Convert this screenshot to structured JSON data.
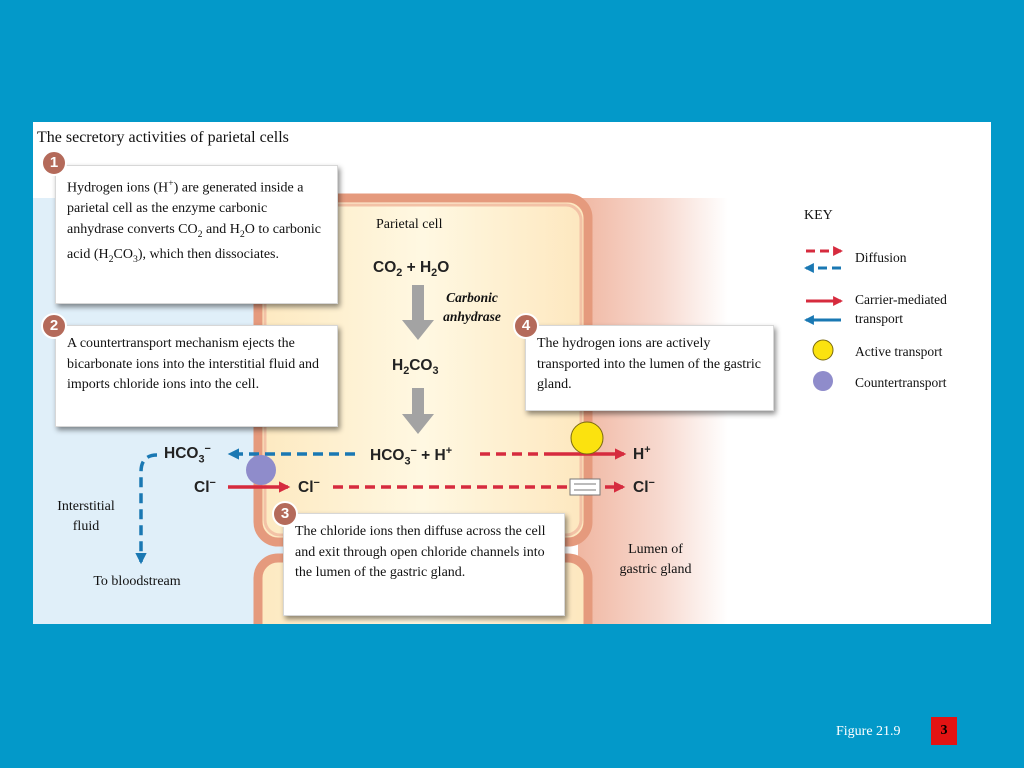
{
  "figure": {
    "title": "The secretory activities of parietal cells"
  },
  "regions": {
    "parietal_cell": "Parietal cell",
    "interstitial_fluid": "Interstitial fluid",
    "to_bloodstream": "To bloodstream",
    "lumen": "Lumen of gastric gland"
  },
  "steps": [
    {
      "number": "1",
      "pre1": "Hydrogen ions (H",
      "sup1": "+",
      "post1": ") are generated inside a parietal cell as the enzyme carbonic anhydrase converts CO",
      "sub1": "2",
      "mid1": " and H",
      "sub2": "2",
      "mid2": "O to carbonic acid (H",
      "sub3": "2",
      "mid3": "CO",
      "sub4": "3",
      "post2": "), which then dissociates."
    },
    {
      "number": "2",
      "text": "A countertransport mechanism ejects the bicarbonate ions into the interstitial fluid and imports chloride ions into the cell."
    },
    {
      "number": "3",
      "text": "The chloride ions then diffuse across the cell and exit through open chloride channels into the lumen of the gastric gland."
    },
    {
      "number": "4",
      "text": "The hydrogen ions are actively transported into the lumen of the gastric gland."
    }
  ],
  "reaction": {
    "co2": "CO",
    "co2_sub": "2",
    "plus": "+",
    "h2o_h": "H",
    "h2o_sub": "2",
    "h2o_o": "O",
    "enzyme": "Carbonic anhydrase",
    "h2co3_h": "H",
    "h2co3_sub1": "2",
    "h2co3_co": "CO",
    "h2co3_sub2": "3",
    "hco3": "HCO",
    "hco3_sub": "3",
    "hco3_sup": "−",
    "plus2": "+",
    "hplus": "H",
    "hplus_sup": "+"
  },
  "ions": {
    "hco3_out": "HCO",
    "hco3_out_sub": "3",
    "hco3_out_sup": "−",
    "cl_out": "Cl",
    "cl_out_sup": "−",
    "cl_in": "Cl",
    "cl_in_sup": "−",
    "h_lumen": "H",
    "h_lumen_sup": "+",
    "cl_lumen": "Cl",
    "cl_lumen_sup": "−"
  },
  "key": {
    "title": "KEY",
    "items": [
      {
        "label": "Diffusion",
        "style": "dashed-pair"
      },
      {
        "label": "Carrier-mediated transport",
        "style": "solid-pair"
      },
      {
        "label": "Active transport",
        "style": "yellow-circle"
      },
      {
        "label": "Countertransport",
        "style": "purple-circle"
      }
    ]
  },
  "footer": {
    "figure_label": "Figure 21.9",
    "slide_number": "3"
  },
  "colors": {
    "slide_bg": "#0399c9",
    "diffusion_red": "#d62b3e",
    "diffusion_blue": "#1a78b3",
    "active_transport": "#fbe20f",
    "countertransport": "#8f8ccb",
    "cell_border": "#e59a7d",
    "step_badge": "#b46a5a"
  }
}
